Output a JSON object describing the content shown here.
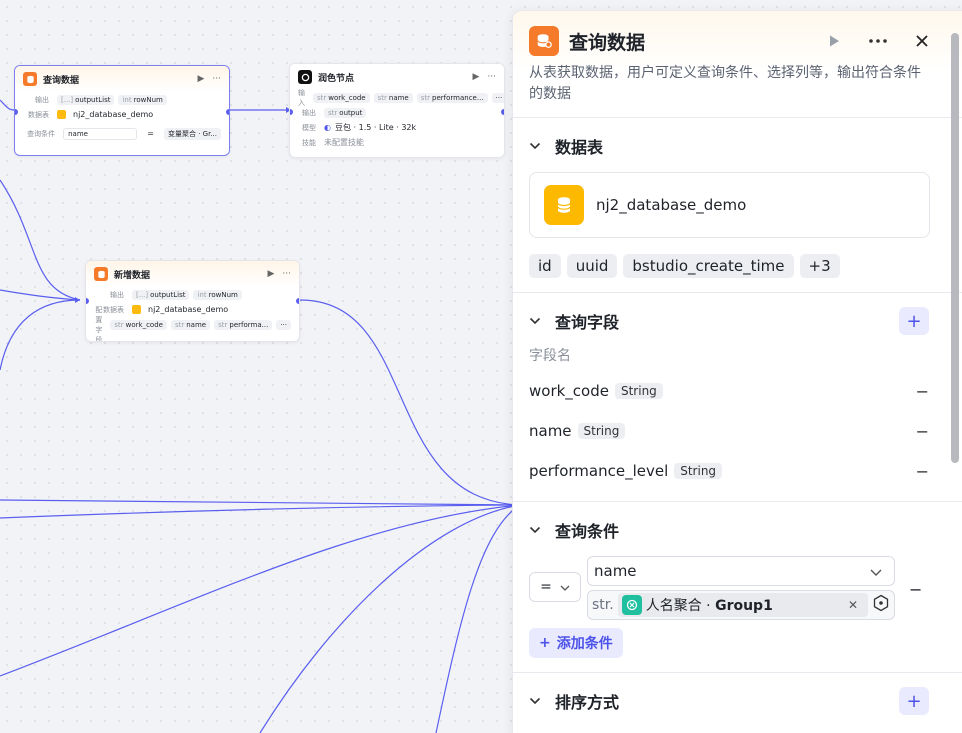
{
  "canvas": {
    "nodes": [
      {
        "id": "query",
        "title": "查询数据",
        "rows": [
          {
            "label": "输出",
            "chips": [
              {
                "t": "[...]",
                "v": "outputList"
              },
              {
                "t": "int",
                "v": "rowNum"
              }
            ]
          },
          {
            "label": "数据表",
            "db": "nj2_database_demo"
          },
          {
            "label": "查询条件",
            "cond": [
              "name",
              "=",
              "变量聚合 · Gr..."
            ]
          }
        ]
      },
      {
        "id": "polish",
        "title": "润色节点",
        "rows": [
          {
            "label": "输入",
            "chips": [
              {
                "t": "str",
                "v": "work_code"
              },
              {
                "t": "str",
                "v": "name"
              },
              {
                "t": "str",
                "v": "performance..."
              }
            ],
            "more": "···"
          },
          {
            "label": "输出",
            "chips": [
              {
                "t": "str",
                "v": "output"
              }
            ]
          },
          {
            "label": "模型",
            "model": "豆包 · 1.5 · Lite · 32k"
          },
          {
            "label": "技能",
            "text": "未配置技能"
          }
        ]
      },
      {
        "id": "insert",
        "title": "新增数据",
        "rows": [
          {
            "label": "输出",
            "chips": [
              {
                "t": "[...]",
                "v": "outputList"
              },
              {
                "t": "int",
                "v": "rowNum"
              }
            ]
          },
          {
            "label": "数据表",
            "db": "nj2_database_demo"
          },
          {
            "label": "配置字段",
            "chips": [
              {
                "t": "str",
                "v": "work_code"
              },
              {
                "t": "str",
                "v": "name"
              },
              {
                "t": "str",
                "v": "performa..."
              }
            ],
            "more": "···"
          }
        ]
      }
    ]
  },
  "panel": {
    "title": "查询数据",
    "description": "从表获取数据，用户可定义查询条件、选择列等，输出符合条件的数据",
    "table_section": {
      "title": "数据表",
      "db_name": "nj2_database_demo",
      "columns": [
        "id",
        "uuid",
        "bstudio_create_time",
        "+3"
      ]
    },
    "fields_section": {
      "title": "查询字段",
      "header": "字段名",
      "fields": [
        {
          "name": "work_code",
          "type": "String"
        },
        {
          "name": "name",
          "type": "String"
        },
        {
          "name": "performance_level",
          "type": "String"
        }
      ]
    },
    "conditions_section": {
      "title": "查询条件",
      "operator": "=",
      "field": "name",
      "value_type": "str.",
      "value_var": "人名聚合",
      "value_group": "Group1",
      "add_label": "添加条件"
    },
    "sort_section": {
      "title": "排序方式"
    }
  },
  "colors": {
    "accent": "#4d53e8",
    "node_orange": "#f57a29",
    "db_yellow": "#fdb800",
    "edge": "#5a5ff0"
  }
}
